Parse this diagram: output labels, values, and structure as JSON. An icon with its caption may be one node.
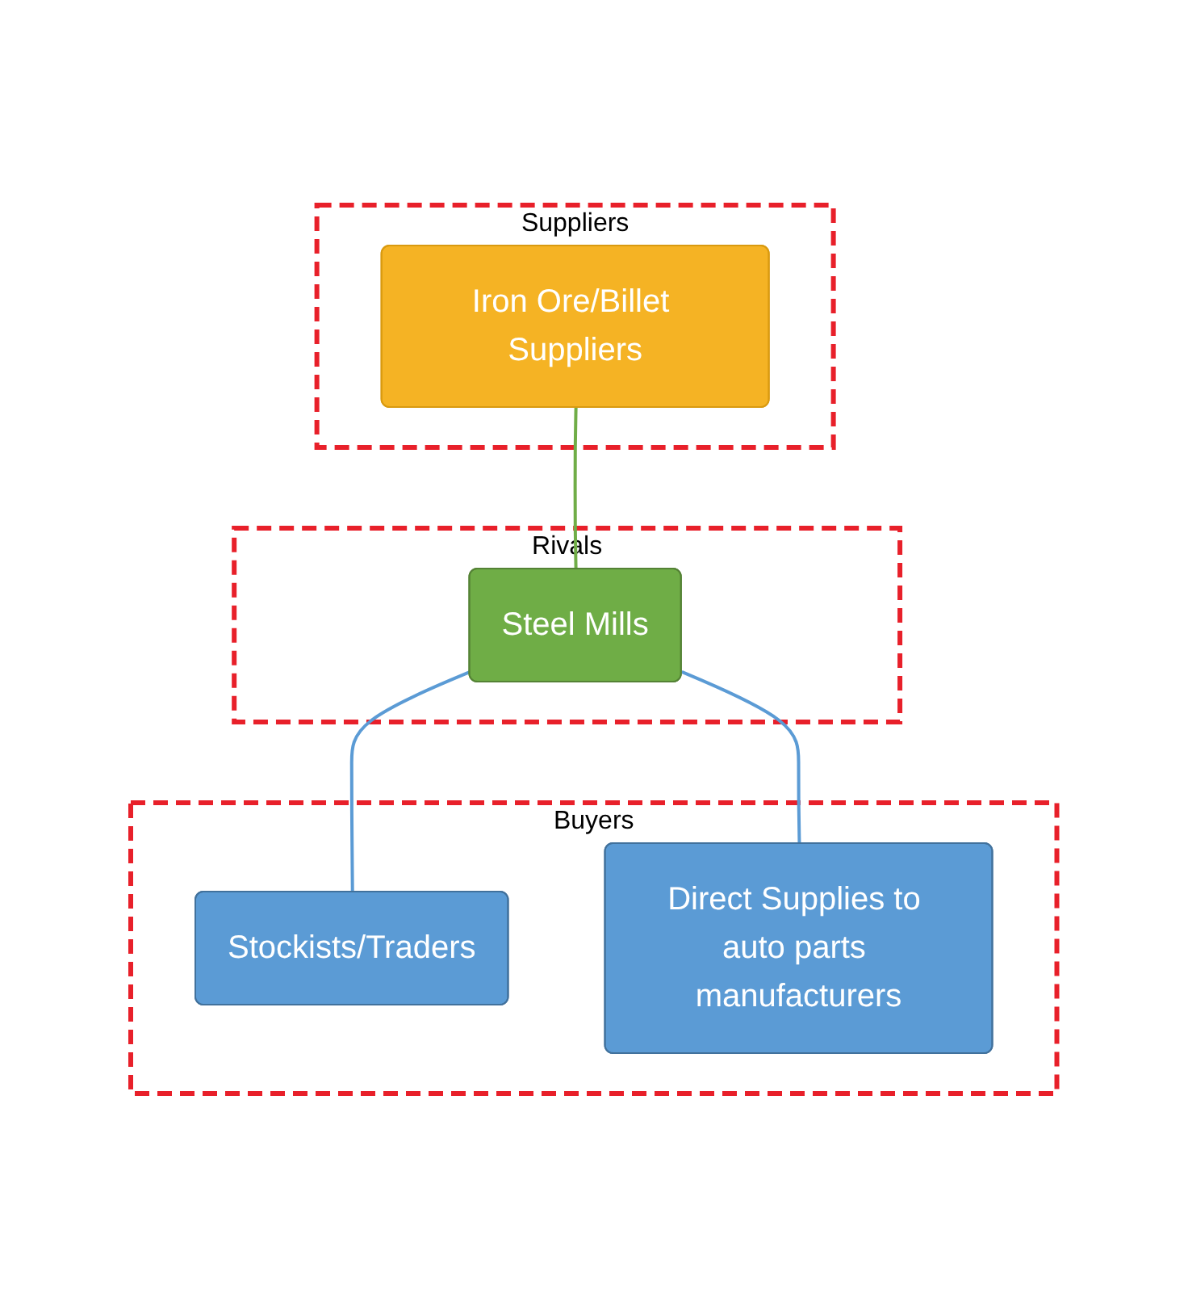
{
  "diagram": {
    "nodes": [
      {
        "text": [
          "Suppliers"
        ]
      },
      {
        "text": [
          "Iron Ore/Billet Suppliers"
        ],
        "in": 0
      },
      {
        "text": [
          "Rivals"
        ]
      },
      {
        "text": [
          "Steel Mills"
        ],
        "in": 2
      },
      {
        "text": [
          "Buyers"
        ]
      },
      {
        "text": [
          "Stockists/Traders"
        ],
        "in": 4
      },
      {
        "text": [
          "Direct Supplies to auto parts manufacturers"
        ],
        "in": 4
      }
    ],
    "edges": [
      {
        "from": 1,
        "to": 3,
        "arrow": "none",
        "color": "#70ad47"
      },
      {
        "from": 3,
        "to": 5,
        "arrow": "none"
      },
      {
        "from": 3,
        "to": 6,
        "arrow": "none"
      }
    ]
  }
}
